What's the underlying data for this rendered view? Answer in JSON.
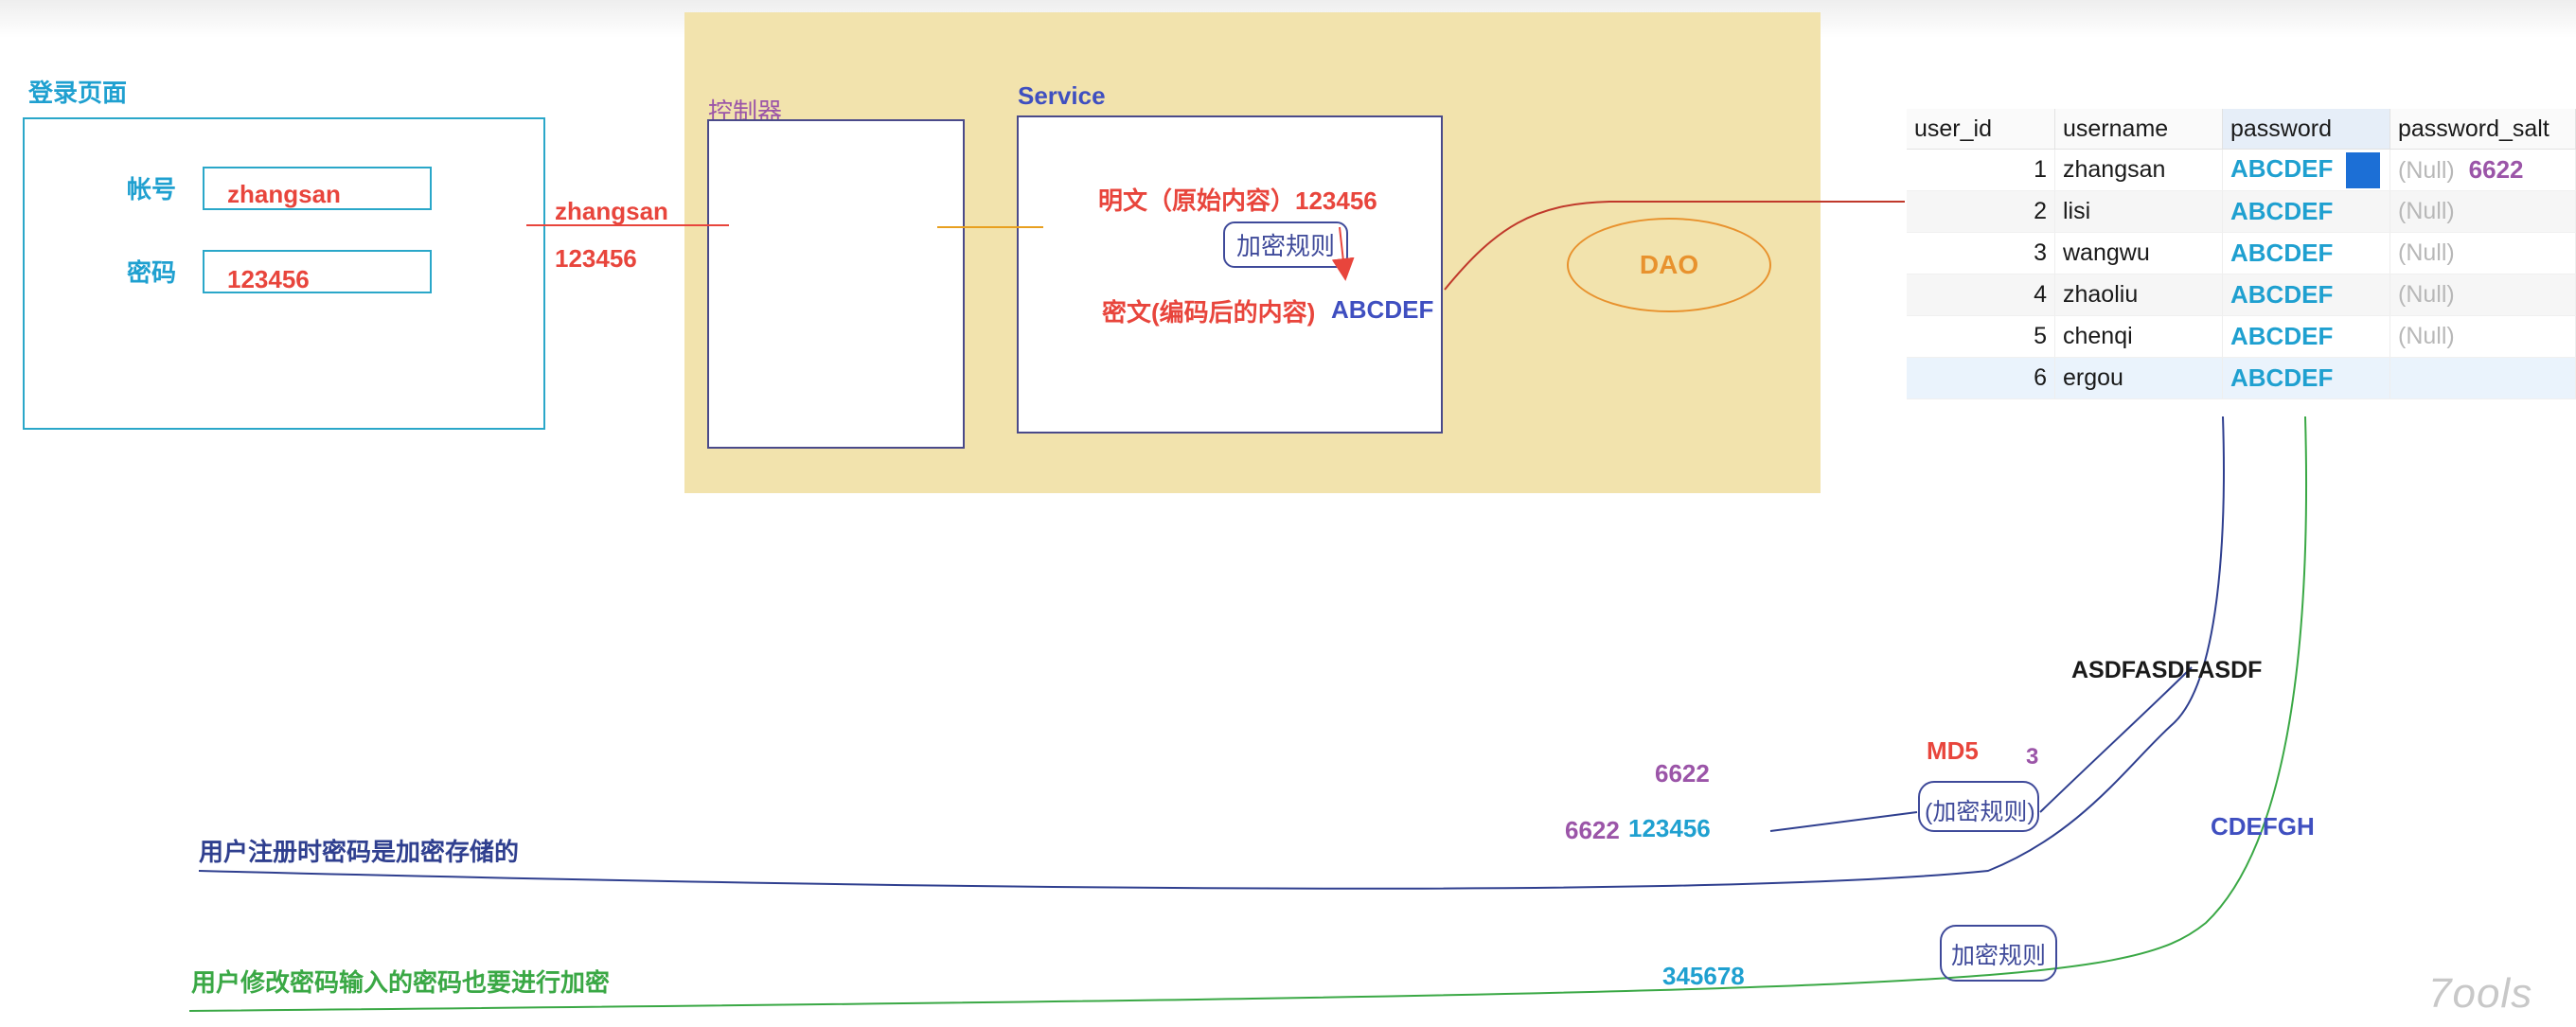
{
  "login": {
    "title": "登录页面",
    "account_label": "帐号",
    "account_value": "zhangsan",
    "password_label": "密码",
    "password_value": "123456"
  },
  "transfer": {
    "username": "zhangsan",
    "password": "123456"
  },
  "controller": {
    "label": "控制器"
  },
  "service": {
    "label": "Service",
    "plaintext": "明文（原始内容）123456",
    "rule": "加密规则",
    "ciphertext_label": "密文(编码后的内容)",
    "ciphertext_value": "ABCDEF"
  },
  "dao": {
    "label": "DAO"
  },
  "table": {
    "columns": [
      "user_id",
      "username",
      "password",
      "password_salt"
    ],
    "rows": [
      {
        "user_id": "1",
        "username": "zhangsan",
        "password": "ABCDEF",
        "password_salt": "(Null)"
      },
      {
        "user_id": "2",
        "username": "lisi",
        "password": "ABCDEF",
        "password_salt": "(Null)"
      },
      {
        "user_id": "3",
        "username": "wangwu",
        "password": "ABCDEF",
        "password_salt": "(Null)"
      },
      {
        "user_id": "4",
        "username": "zhaoliu",
        "password": "ABCDEF",
        "password_salt": "(Null)"
      },
      {
        "user_id": "5",
        "username": "chenqi",
        "password": "ABCDEF",
        "password_salt": "(Null)"
      },
      {
        "user_id": "6",
        "username": "ergou",
        "password": "ABCDEF",
        "password_salt": ""
      }
    ],
    "salt_note": "6622"
  },
  "lower": {
    "hash_example": "ASDFASDFASDF",
    "md5": "MD5",
    "three": "3",
    "salt": "6622",
    "salted_input_salt": "6622",
    "salted_input_pw": "123456",
    "rule1": "(加密规则)",
    "cdef": "CDEFGH",
    "rule2": "加密规则",
    "new_pw": "345678",
    "caption_register": "用户注册时密码是加密存储的",
    "caption_modify": "用户修改密码输入的密码也要进行加密"
  },
  "watermark": "7ools",
  "colors": {
    "accent_red": "#e8453c",
    "accent_cyan": "#1fa0d0",
    "band_beige": "#f2e3ad",
    "dao_orange": "#e8922e",
    "register_navy": "#2f3f8f",
    "modify_green": "#3aa845"
  }
}
